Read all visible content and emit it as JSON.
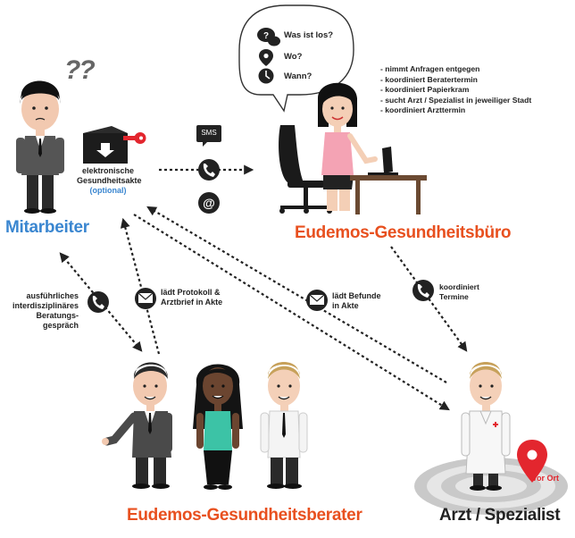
{
  "colors": {
    "blue_label": "#3a86d0",
    "orange_label": "#e8501f",
    "red_accent": "#e3262e",
    "dark_icon": "#222222",
    "arrow": "#222222"
  },
  "actors": {
    "mitarbeiter": "Mitarbeiter",
    "buero": "Eudemos-Gesundheitsbüro",
    "berater": "Eudemos-Gesundheitsberater",
    "arzt": "Arzt / Spezialist"
  },
  "question_marks": "??",
  "akte": {
    "line1": "elektronische",
    "line2": "Gesundheitsakte",
    "optional": "(optional)"
  },
  "channels": {
    "sms": "SMS",
    "phone_icon": "phone-icon",
    "email_icon": "at-icon"
  },
  "bubble": {
    "items": [
      {
        "icon": "question-chat-icon",
        "text": "Was ist los?"
      },
      {
        "icon": "location-pin-icon",
        "text": "Wo?"
      },
      {
        "icon": "clock-icon",
        "text": "Wann?"
      }
    ]
  },
  "buero_tasks": [
    "- nimmt Anfragen entgegen",
    "- koordiniert Beratertermin",
    "- koordiniert Papierkram",
    "- sucht Arzt / Spezialist in jeweiliger Stadt",
    "- koordiniert Arzttermin"
  ],
  "flows": {
    "beratung": [
      "ausführliches",
      "interdisziplinäres",
      "Beratungs-",
      "gespräch"
    ],
    "protokoll": [
      "lädt Protokoll &",
      "Arztbrief in Akte"
    ],
    "befunde": [
      "lädt Befunde",
      "in Akte"
    ],
    "termine": [
      "koordiniert",
      "Termine"
    ]
  },
  "vor_ort": "vor Ort"
}
